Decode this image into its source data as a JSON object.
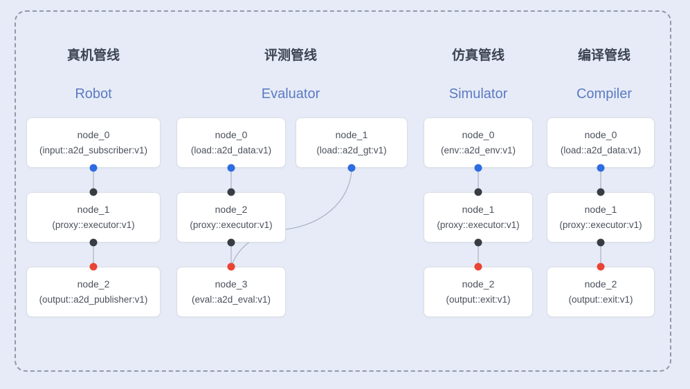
{
  "colors": {
    "background": "#e6ebf7",
    "frame_dash": "#9099a8",
    "node_background": "#ffffff",
    "node_border": "#d9dde6",
    "node_text": "#4a505b",
    "title_zh": "#3c4351",
    "title_en": "#5c7ac2",
    "edge": "#a9b1c1",
    "dot_blue": "#2d6ce1",
    "dot_black": "#383d44",
    "dot_red": "#e94434"
  },
  "pipelines": [
    {
      "id": "robot",
      "title_zh": "真机管线",
      "title_en": "Robot",
      "nodes": [
        {
          "id": "n0",
          "col": 0,
          "row": 0,
          "title": "node_0",
          "subtitle": "(input::a2d_subscriber:v1)"
        },
        {
          "id": "n1",
          "col": 0,
          "row": 1,
          "title": "node_1",
          "subtitle": "(proxy::executor:v1)"
        },
        {
          "id": "n2",
          "col": 0,
          "row": 2,
          "title": "node_2",
          "subtitle": "(output::a2d_publisher:v1)"
        }
      ],
      "edges": [
        {
          "from": "n0",
          "to": "n1",
          "from_dot": "blue",
          "to_dot": "black",
          "style": "straight"
        },
        {
          "from": "n1",
          "to": "n2",
          "from_dot": "black",
          "to_dot": "red",
          "style": "straight"
        }
      ]
    },
    {
      "id": "evaluator",
      "title_zh": "评测管线",
      "title_en": "Evaluator",
      "nodes": [
        {
          "id": "n0",
          "col": 0,
          "row": 0,
          "title": "node_0",
          "subtitle": "(load::a2d_data:v1)"
        },
        {
          "id": "n1",
          "col": 1,
          "row": 0,
          "title": "node_1",
          "subtitle": "(load::a2d_gt:v1)"
        },
        {
          "id": "n2",
          "col": 0,
          "row": 1,
          "title": "node_2",
          "subtitle": "(proxy::executor:v1)"
        },
        {
          "id": "n3",
          "col": 0,
          "row": 2,
          "title": "node_3",
          "subtitle": "(eval::a2d_eval:v1)"
        }
      ],
      "edges": [
        {
          "from": "n0",
          "to": "n2",
          "from_dot": "blue",
          "to_dot": "black",
          "style": "straight"
        },
        {
          "from": "n2",
          "to": "n3",
          "from_dot": "black",
          "to_dot": "red",
          "style": "straight"
        },
        {
          "from": "n1",
          "to": "n3",
          "from_dot": "blue",
          "to_dot": "red",
          "style": "curved"
        }
      ]
    },
    {
      "id": "simulator",
      "title_zh": "仿真管线",
      "title_en": "Simulator",
      "nodes": [
        {
          "id": "n0",
          "col": 0,
          "row": 0,
          "title": "node_0",
          "subtitle": "(env::a2d_env:v1)"
        },
        {
          "id": "n1",
          "col": 0,
          "row": 1,
          "title": "node_1",
          "subtitle": "(proxy::executor:v1)"
        },
        {
          "id": "n2",
          "col": 0,
          "row": 2,
          "title": "node_2",
          "subtitle": "(output::exit:v1)"
        }
      ],
      "edges": [
        {
          "from": "n0",
          "to": "n1",
          "from_dot": "blue",
          "to_dot": "black",
          "style": "straight"
        },
        {
          "from": "n1",
          "to": "n2",
          "from_dot": "black",
          "to_dot": "red",
          "style": "straight"
        }
      ]
    },
    {
      "id": "compiler",
      "title_zh": "编译管线",
      "title_en": "Compiler",
      "nodes": [
        {
          "id": "n0",
          "col": 0,
          "row": 0,
          "title": "node_0",
          "subtitle": "(load::a2d_data:v1)"
        },
        {
          "id": "n1",
          "col": 0,
          "row": 1,
          "title": "node_1",
          "subtitle": "(proxy::executor:v1)"
        },
        {
          "id": "n2",
          "col": 0,
          "row": 2,
          "title": "node_2",
          "subtitle": "(output::exit:v1)"
        }
      ],
      "edges": [
        {
          "from": "n0",
          "to": "n1",
          "from_dot": "blue",
          "to_dot": "black",
          "style": "straight"
        },
        {
          "from": "n1",
          "to": "n2",
          "from_dot": "black",
          "to_dot": "red",
          "style": "straight"
        }
      ]
    }
  ]
}
